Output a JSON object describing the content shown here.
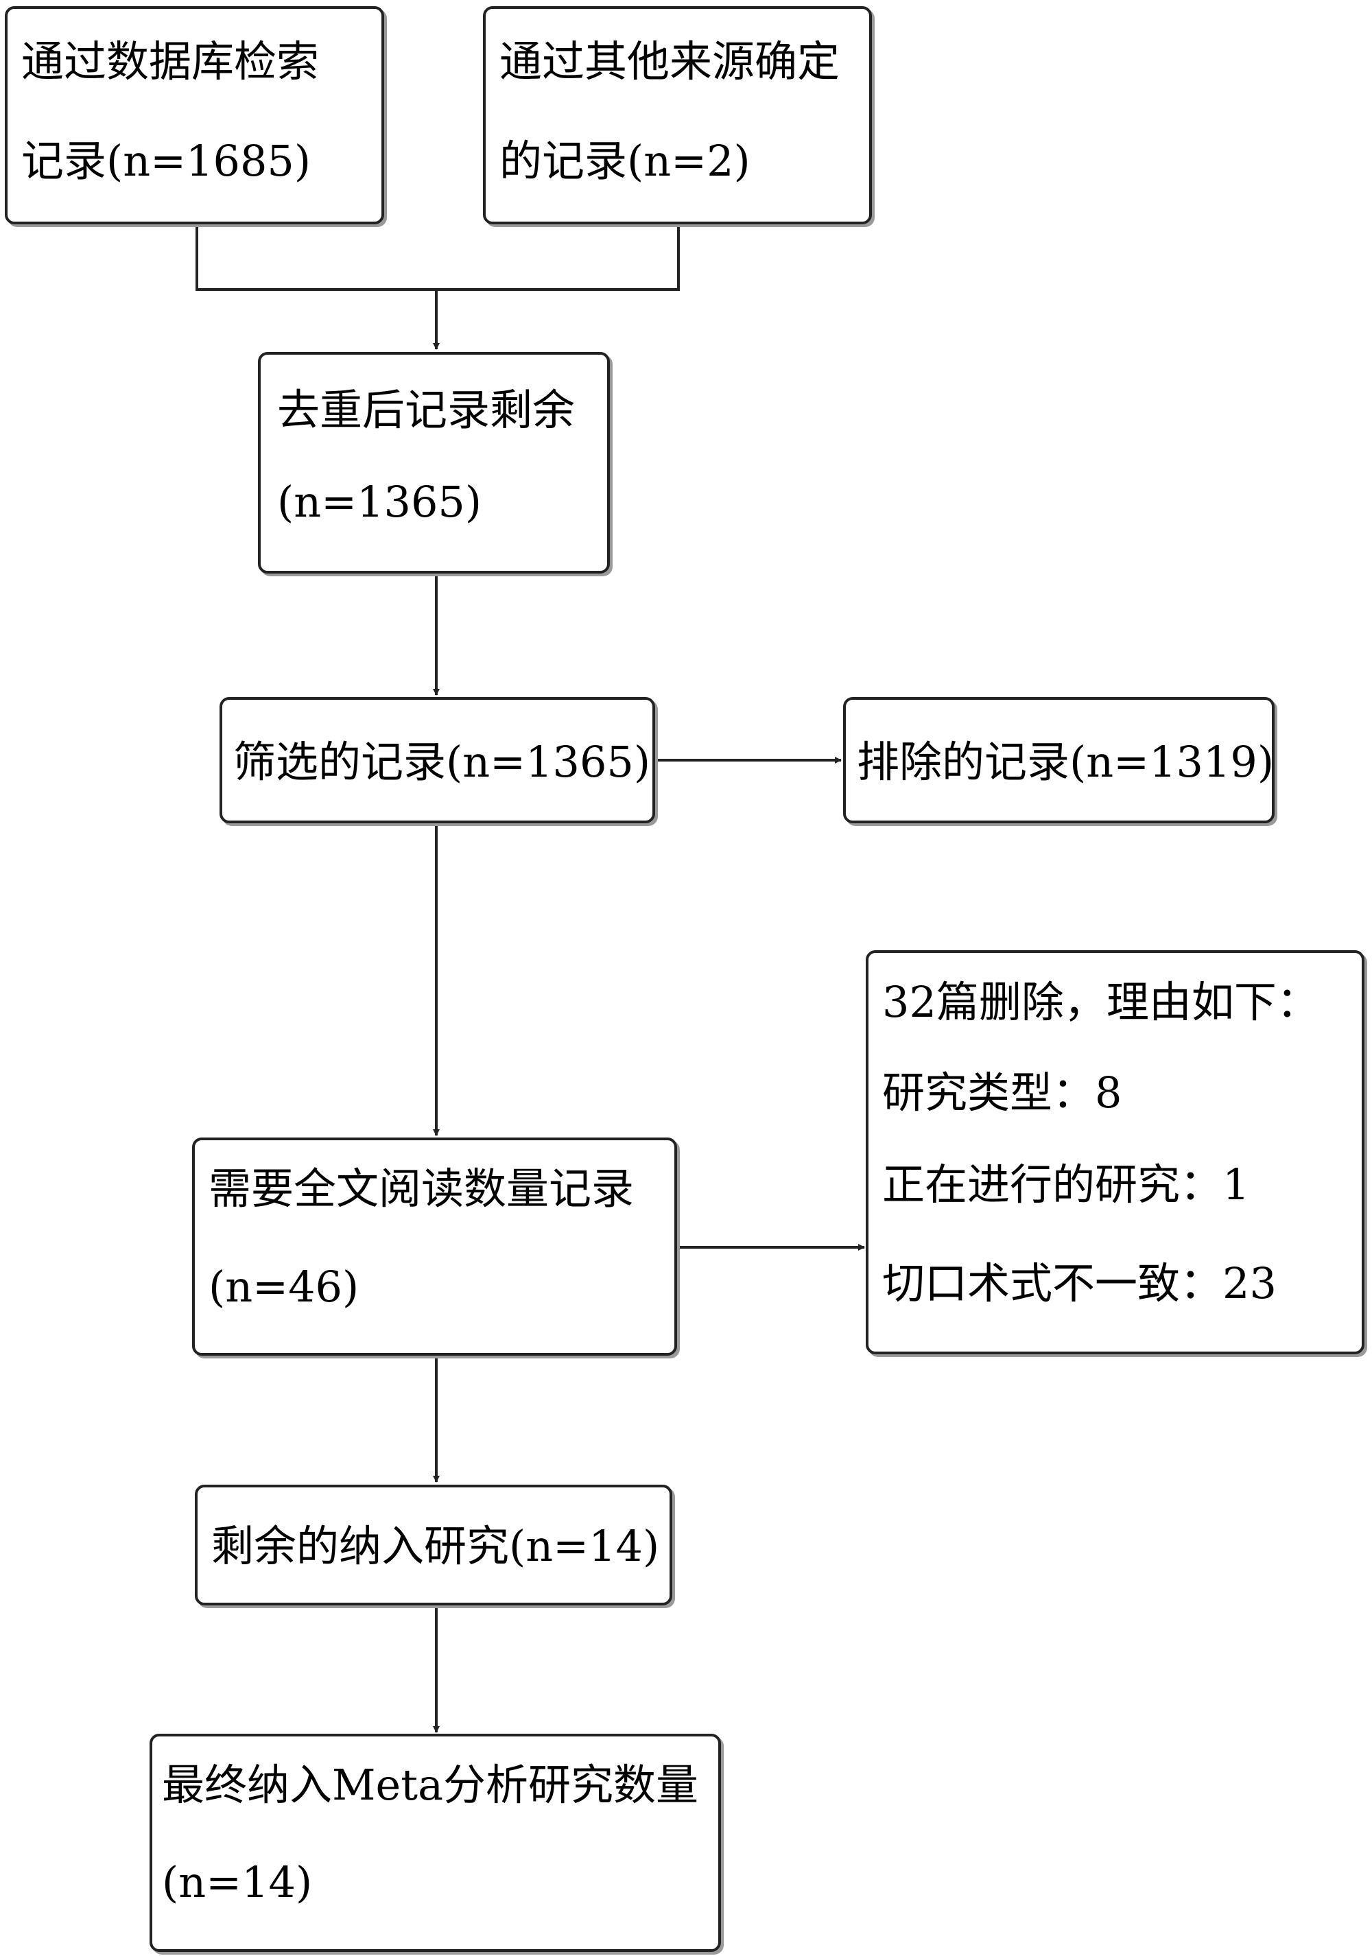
{
  "flowchart": {
    "db_search": {
      "line1": "通过数据库检索",
      "line2": "记录(n=1685)"
    },
    "other_sources": {
      "line1": "通过其他来源确定",
      "line2": "的记录(n=2)"
    },
    "after_dedup": {
      "line1": "去重后记录剩余",
      "line2": "(n=1365)"
    },
    "screened": {
      "line1": "筛选的记录(n=1365)"
    },
    "excluded": {
      "line1": "排除的记录(n=1319)"
    },
    "fulltext": {
      "line1": "需要全文阅读数量记录",
      "line2": "(n=46)"
    },
    "fulltext_excluded": {
      "line1": "32篇删除，理由如下：",
      "line2": "研究类型：8",
      "line3": "正在进行的研究：1",
      "line4": "切口术式不一致：23"
    },
    "remaining": {
      "line1": "剩余的纳入研究(n=14)"
    },
    "final": {
      "line1": "最终纳入Meta分析研究数量",
      "line2": "(n=14)"
    }
  },
  "colors": {
    "stroke": "#222222",
    "shadow": "#9a9a9a",
    "background": "#ffffff"
  }
}
